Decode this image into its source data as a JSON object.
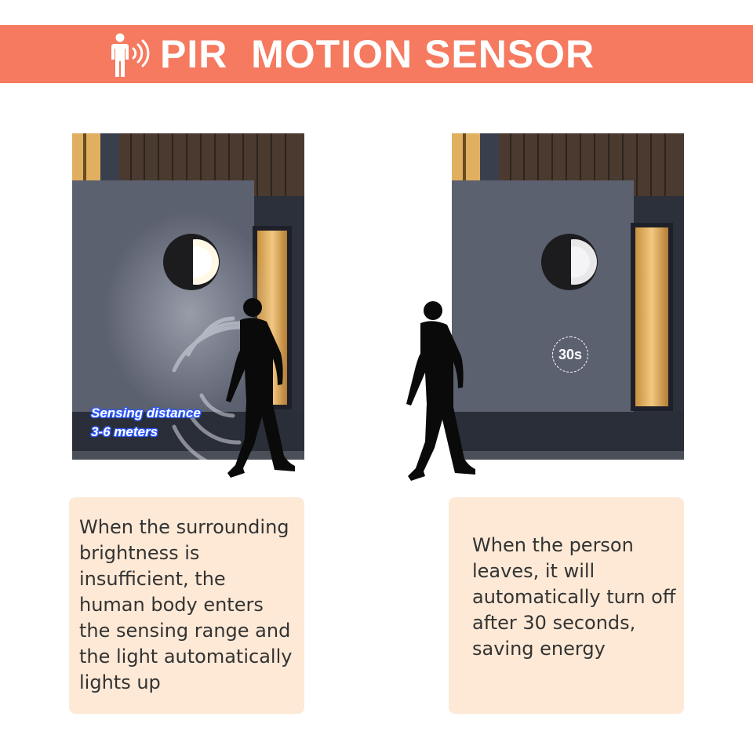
{
  "header": {
    "title": "PIR  MOTION SENSOR",
    "icon": "person-sensor-icon",
    "background_color": "#f57a5f"
  },
  "left_panel": {
    "sensing_label_line1": "Sensing distance",
    "sensing_label_line2": "3-6 meters",
    "description": "When the surrounding brightness is insufficient, the human body enters the sensing range and the light automatically lights up"
  },
  "right_panel": {
    "timer_label": "30s",
    "description": "When the person leaves, it will automatically turn off after 30 seconds, saving energy"
  }
}
